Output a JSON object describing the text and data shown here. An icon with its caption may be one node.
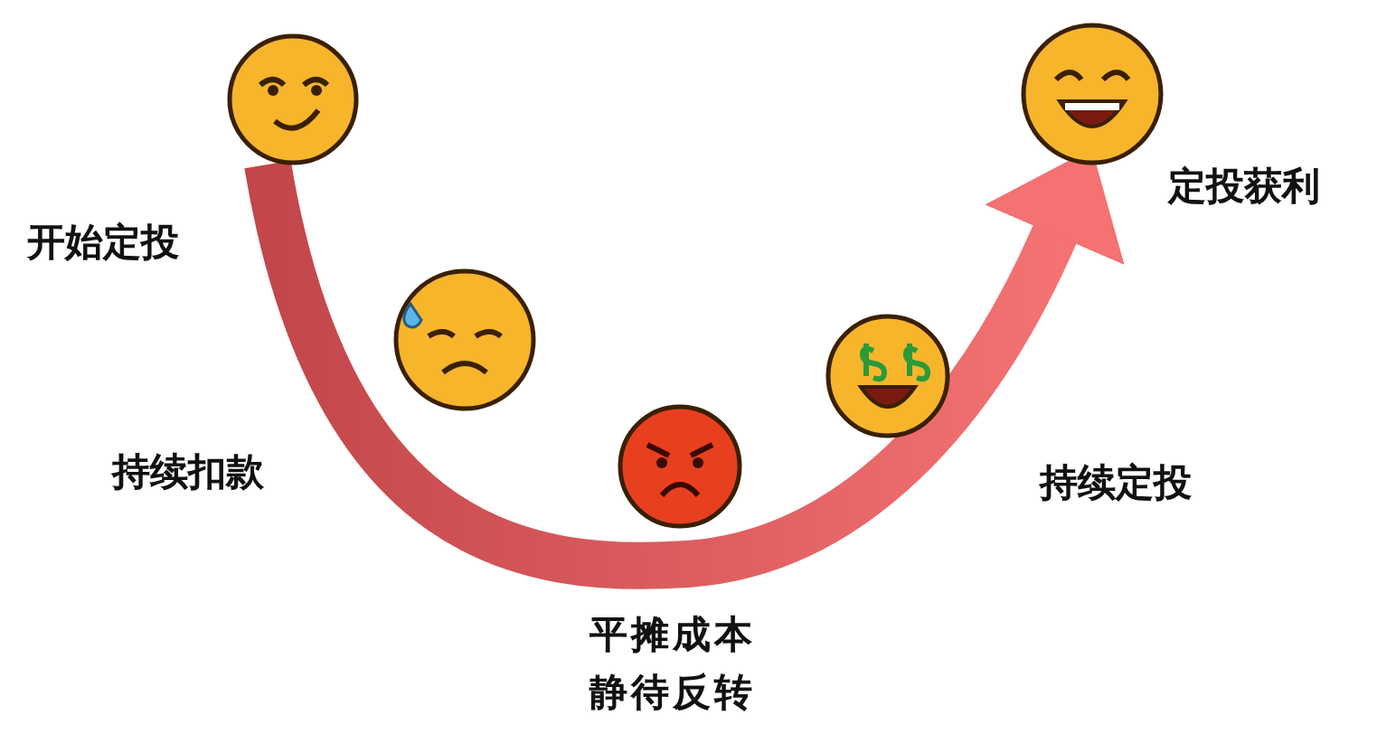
{
  "diagram": {
    "nodes": [
      {
        "text": [],
        "shape": "picture",
        "beside": [
          "开始定投"
        ]
      },
      {
        "text": [],
        "shape": "picture",
        "beside": [
          "持续扣款"
        ]
      },
      {
        "text": [],
        "shape": "picture",
        "beside": [
          "平摊成本静待反转"
        ]
      },
      {
        "text": [],
        "shape": "picture",
        "beside": [
          "持续定投"
        ]
      },
      {
        "text": [],
        "shape": "picture",
        "beside": [
          "定投获利"
        ]
      }
    ],
    "edges": [
      {
        "from": 0,
        "to": 4,
        "arrow": "to",
        "style": "thick"
      }
    ]
  }
}
